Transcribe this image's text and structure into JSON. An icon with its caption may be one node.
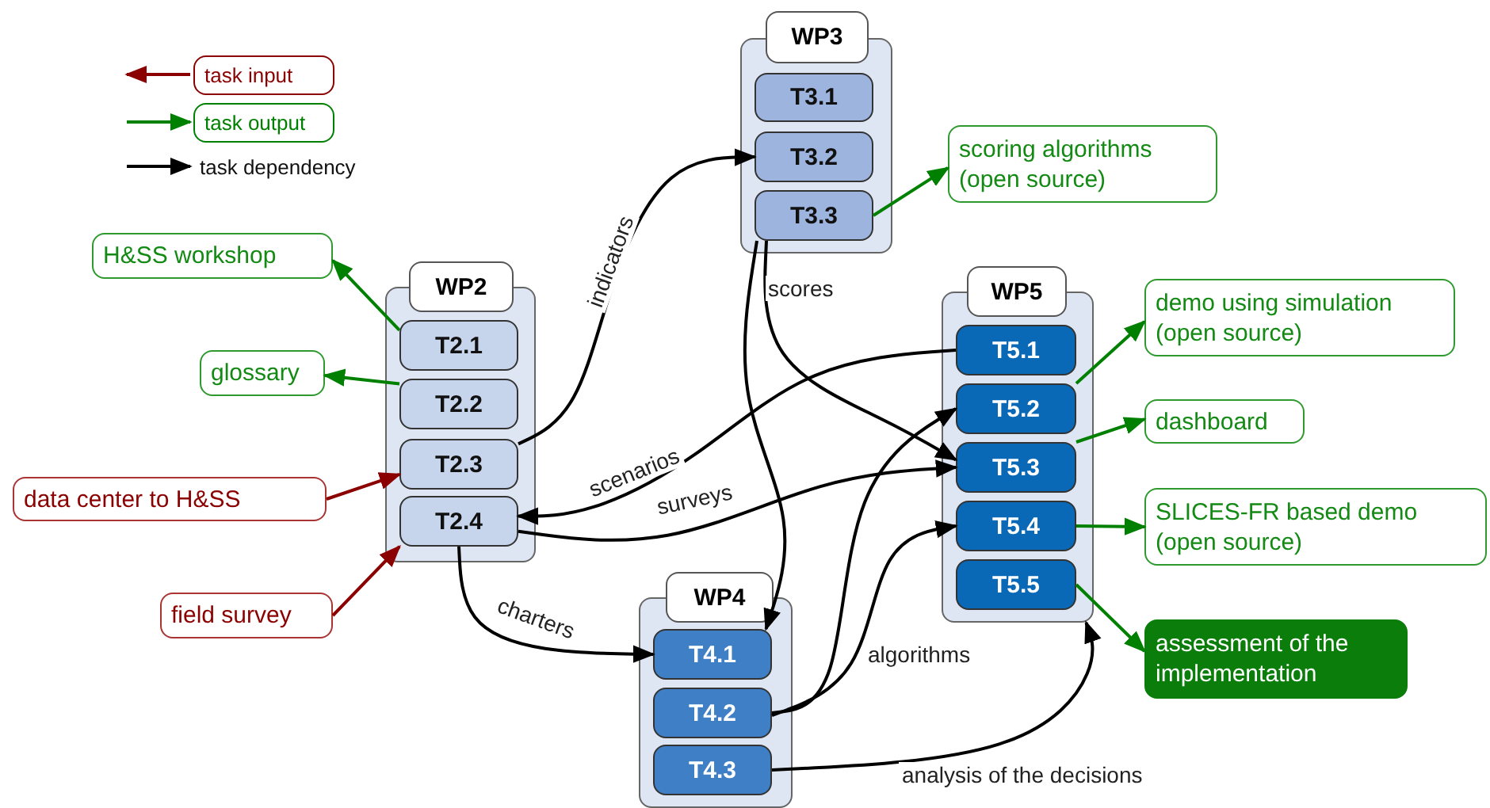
{
  "diagram": {
    "nodes": [
      {
        "text": [
          "H&SS workshop"
        ]
      },
      {
        "text": [
          "glossary"
        ]
      },
      {
        "text": [
          "data center to H&SS"
        ]
      },
      {
        "text": [
          "field survey"
        ]
      },
      {
        "text": [
          "WP2"
        ]
      },
      {
        "text": [
          "T2.1"
        ],
        "in": 4
      },
      {
        "text": [
          "T2.2"
        ],
        "in": 4
      },
      {
        "text": [
          "T2.3"
        ],
        "in": 4
      },
      {
        "text": [
          "T2.4"
        ],
        "in": 4
      },
      {
        "text": [
          "WP3"
        ]
      },
      {
        "text": [
          "T3.1"
        ],
        "in": 9
      },
      {
        "text": [
          "T3.2"
        ],
        "in": 9
      },
      {
        "text": [
          "T3.3"
        ],
        "in": 9
      },
      {
        "text": [
          "WP4"
        ]
      },
      {
        "text": [
          "T4.1"
        ],
        "in": 13
      },
      {
        "text": [
          "T4.2"
        ],
        "in": 13
      },
      {
        "text": [
          "T4.3"
        ],
        "in": 13
      },
      {
        "text": [
          "WP5"
        ]
      },
      {
        "text": [
          "T5.1"
        ],
        "in": 17
      },
      {
        "text": [
          "T5.2"
        ],
        "in": 17
      },
      {
        "text": [
          "T5.3"
        ],
        "in": 17
      },
      {
        "text": [
          "T5.4"
        ],
        "in": 17
      },
      {
        "text": [
          "T5.5"
        ],
        "in": 17
      },
      {
        "text": [
          "scoring algorithms (open source)"
        ]
      },
      {
        "text": [
          "demo using simulation (open source)"
        ]
      },
      {
        "text": [
          "dashboard"
        ]
      },
      {
        "text": [
          "SLICES-FR based demo (open source)"
        ]
      },
      {
        "text": [
          "assessment of the implementation"
        ]
      }
    ],
    "edges": [
      {
        "from": 5,
        "to": 0,
        "arrow": "to",
        "color": "#008000"
      },
      {
        "from": 6,
        "to": 1,
        "arrow": "to",
        "color": "#008000"
      },
      {
        "from": 2,
        "to": 7,
        "arrow": "to",
        "color": "#8b0000"
      },
      {
        "from": 3,
        "to": 8,
        "arrow": "to",
        "color": "#8b0000"
      },
      {
        "from": 7,
        "to": 11,
        "arrow": "to",
        "label": "indicators"
      },
      {
        "from": 18,
        "to": 8,
        "arrow": "to",
        "label": "scenarios"
      },
      {
        "from": 8,
        "to": 20,
        "arrow": "to",
        "label": "surveys"
      },
      {
        "from": 8,
        "to": 14,
        "arrow": "to",
        "label": "charters"
      },
      {
        "from": 12,
        "to": 14,
        "arrow": "to",
        "label": "scores"
      },
      {
        "from": 12,
        "to": 20,
        "arrow": "to"
      },
      {
        "from": 15,
        "to": 19,
        "arrow": "to",
        "label": "algorithms"
      },
      {
        "from": 15,
        "to": 21,
        "arrow": "to"
      },
      {
        "from": 16,
        "to": 17,
        "arrow": "to",
        "label": "analysis of the decisions"
      },
      {
        "from": 12,
        "to": 23,
        "arrow": "to",
        "color": "#008000"
      },
      {
        "from": 19,
        "to": 24,
        "arrow": "to",
        "color": "#008000"
      },
      {
        "from": 20,
        "to": 25,
        "arrow": "to",
        "color": "#008000"
      },
      {
        "from": 21,
        "to": 26,
        "arrow": "to",
        "color": "#008000"
      },
      {
        "from": 22,
        "to": 27,
        "arrow": "to",
        "color": "#008000"
      }
    ],
    "legend": [
      {
        "text": "task input"
      },
      {
        "text": "task output"
      },
      {
        "text": "task dependency"
      }
    ]
  }
}
